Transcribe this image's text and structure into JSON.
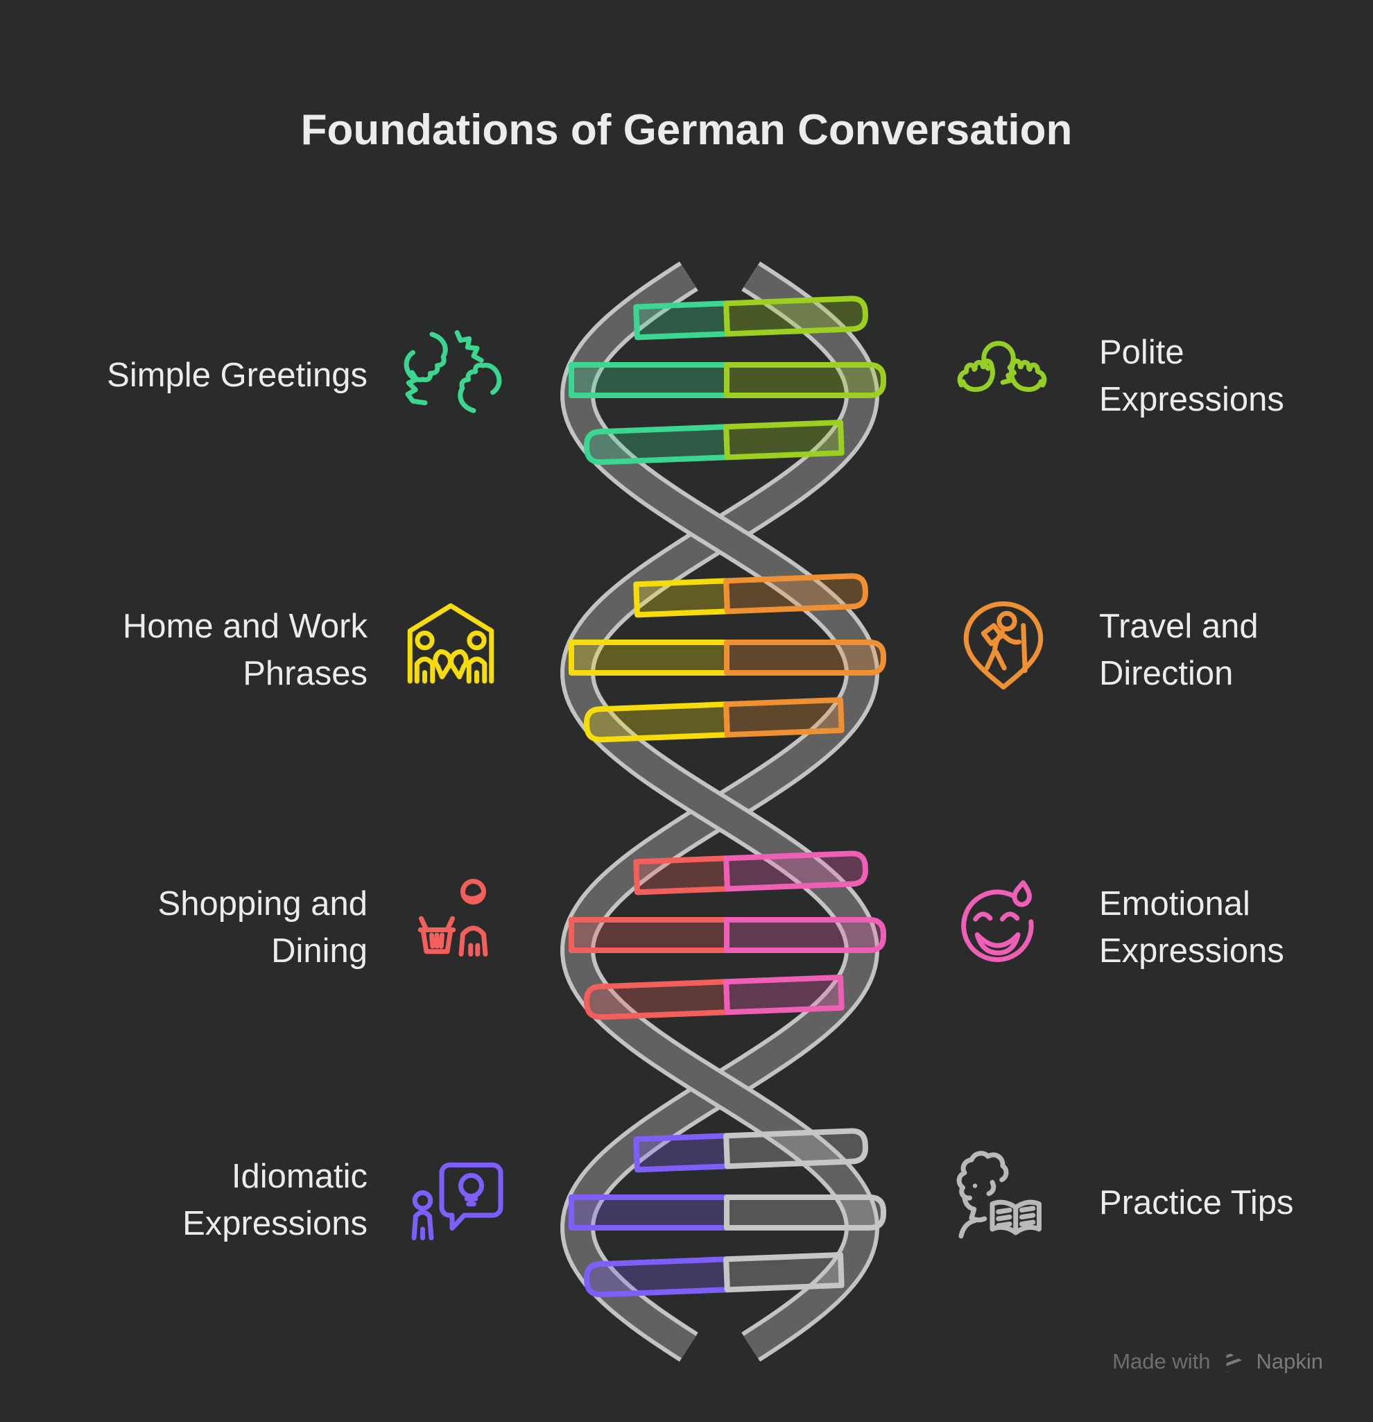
{
  "page": {
    "background": "#2a2c2b",
    "title": "Foundations of German Conversation",
    "title_color": "#ececec",
    "text_color": "#ececec"
  },
  "rows": [
    {
      "left": {
        "lines": [
          "Simple Greetings",
          ""
        ],
        "icon": "handshake-icon",
        "color": "#3bd68f"
      },
      "right": {
        "lines": [
          "Polite",
          "Expressions"
        ],
        "icon": "person-open-hands-icon",
        "color": "#95cf26"
      }
    },
    {
      "left": {
        "lines": [
          "Home and Work",
          "Phrases"
        ],
        "icon": "house-family-icon",
        "color": "#f6dc0a"
      },
      "right": {
        "lines": [
          "Travel and",
          "Direction"
        ],
        "icon": "map-pin-hiker-icon",
        "color": "#ef9133"
      }
    },
    {
      "left": {
        "lines": [
          "Shopping and",
          "Dining"
        ],
        "icon": "shopper-basket-icon",
        "color": "#f3605c"
      },
      "right": {
        "lines": [
          "Emotional",
          "Expressions"
        ],
        "icon": "laughing-sweat-face-icon",
        "color": "#ef5fb5"
      }
    },
    {
      "left": {
        "lines": [
          "Idiomatic",
          "Expressions"
        ],
        "icon": "person-idea-bubble-icon",
        "color": "#7f5ffb"
      },
      "right": {
        "lines": [
          "Practice Tips",
          ""
        ],
        "icon": "person-reading-icon",
        "color": "#b9b9b9"
      }
    }
  ],
  "helix": {
    "strand_fill": "#616161",
    "strand_outline": "#c3c3c3",
    "segments": [
      {
        "left_color": "#3bd68f",
        "right_color": "#9ccf1f"
      },
      {
        "left_color": "#f6dc0a",
        "right_color": "#ef9133"
      },
      {
        "left_color": "#f3605c",
        "right_color": "#ef5fb5"
      },
      {
        "left_color": "#7f5ffb",
        "right_color": "#c6c6c6"
      }
    ]
  },
  "watermark": {
    "prefix": "Made with",
    "brand": "Napkin",
    "color": "#7a7a7a"
  }
}
